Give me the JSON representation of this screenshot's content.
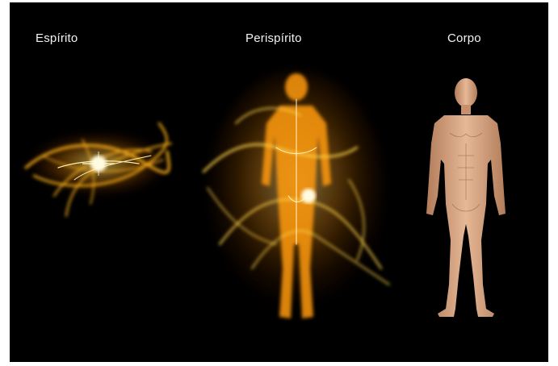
{
  "figures": [
    {
      "label": "Espírito"
    },
    {
      "label": "Perispírito"
    },
    {
      "label": "Corpo"
    }
  ],
  "colors": {
    "background": "#000000",
    "border": "#ffffff",
    "label_text": "#f2f2f2",
    "glow_core": "#fff6c8",
    "glow_mid": "#ffb21a",
    "glow_outer": "#c24a00",
    "skin_light": "#e6b896",
    "skin_dark": "#b27c5a"
  },
  "icons": [
    "spirit-energy-swirl-icon",
    "glowing-human-silhouette-icon",
    "human-body-icon"
  ]
}
